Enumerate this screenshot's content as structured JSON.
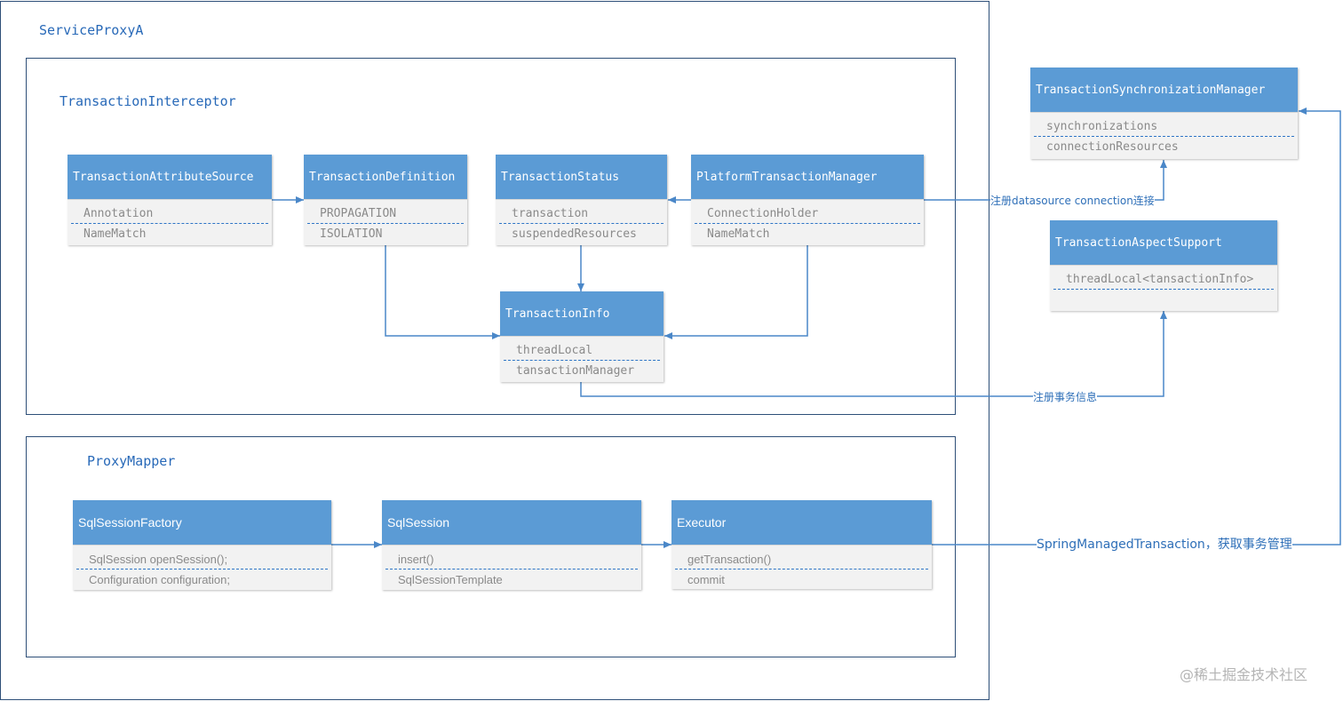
{
  "frames": {
    "service_proxy": "ServiceProxyA",
    "transaction_interceptor": "TransactionInterceptor",
    "proxy_mapper": "ProxyMapper"
  },
  "classes": {
    "transaction_attribute_source": {
      "name": "TransactionAttributeSource",
      "fields": [
        "Annotation",
        "NameMatch"
      ]
    },
    "transaction_definition": {
      "name": "TransactionDefinition",
      "fields": [
        "PROPAGATION",
        "ISOLATION"
      ]
    },
    "transaction_status": {
      "name": "TransactionStatus",
      "fields": [
        "transaction",
        "suspendedResources"
      ]
    },
    "platform_transaction_manager": {
      "name": "PlatformTransactionManager",
      "fields": [
        "ConnectionHolder",
        "NameMatch"
      ]
    },
    "transaction_info": {
      "name": "TransactionInfo",
      "fields": [
        "threadLocal",
        "tansactionManager"
      ]
    },
    "transaction_synchronization_manager": {
      "name": "TransactionSynchronizationManager",
      "fields": [
        "synchronizations",
        "connectionResources"
      ]
    },
    "transaction_aspect_support": {
      "name": "TransactionAspectSupport",
      "fields": [
        "threadLocal<tansactionInfo>"
      ]
    },
    "sql_session_factory": {
      "name": "SqlSessionFactory",
      "fields": [
        "SqlSession openSession();",
        "Configuration configuration;"
      ]
    },
    "sql_session": {
      "name": "SqlSession",
      "fields": [
        "insert()",
        "SqlSessionTemplate"
      ]
    },
    "executor": {
      "name": "Executor",
      "fields": [
        "getTransaction()",
        "commit"
      ]
    }
  },
  "edge_labels": {
    "register_connection": "注册datasource connection连接",
    "register_tx_info": "注册事务信息",
    "spring_managed": "SpringManagedTransaction，获取事务管理"
  },
  "watermark": "@稀土掘金技术社区",
  "colors": {
    "header": "#5b9bd5",
    "line": "#4a87c8",
    "title": "#2869b8",
    "frame": "#2e4f78"
  }
}
